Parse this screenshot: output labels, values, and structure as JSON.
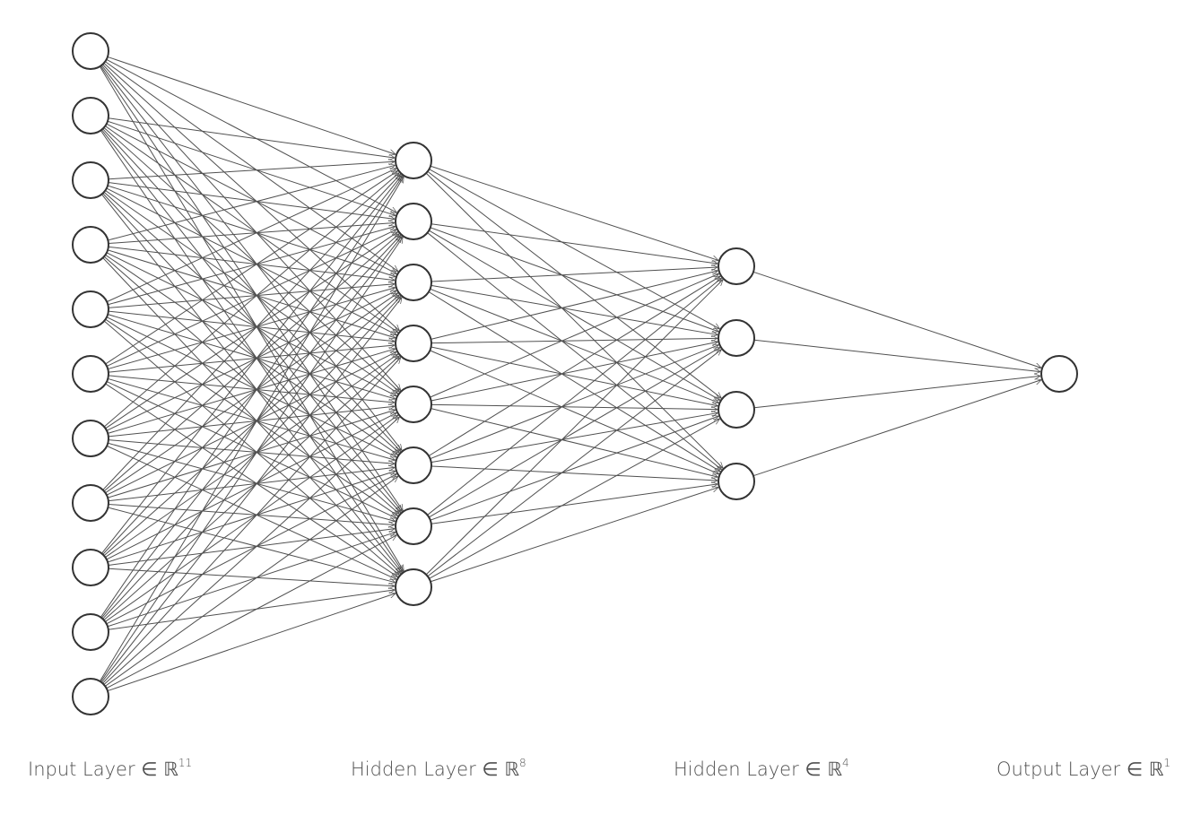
{
  "diagram": {
    "type": "feedforward-neural-network",
    "edges": "fully-connected",
    "edge_arrows": true,
    "colors": {
      "background": "#ffffff",
      "edge": "#505050",
      "neuron_stroke": "#333333",
      "neuron_fill": "#ffffff",
      "label": "#505050"
    },
    "layers": [
      {
        "nodes": 11,
        "label": "Input Layer ∈ ℝ",
        "superscript": "11"
      },
      {
        "nodes": 8,
        "label": "Hidden Layer ∈ ℝ",
        "superscript": "8"
      },
      {
        "nodes": 4,
        "label": "Hidden Layer ∈ ℝ",
        "superscript": "4"
      },
      {
        "nodes": 1,
        "label": "Output Layer ∈ ℝ",
        "superscript": "1"
      }
    ]
  }
}
